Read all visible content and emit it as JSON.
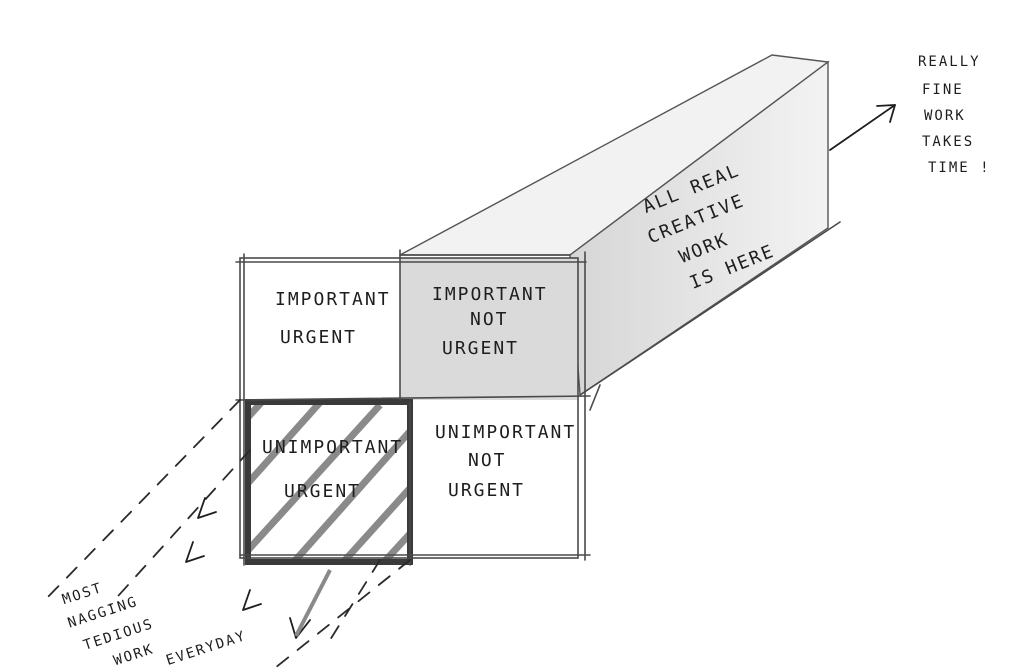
{
  "quadrants": {
    "important_urgent": [
      "IMPORTANT",
      "URGENT"
    ],
    "important_not_urgent": [
      "IMPORTANT",
      "NOT",
      "URGENT"
    ],
    "unimportant_urgent": [
      "UNIMPORTANT",
      "URGENT"
    ],
    "unimportant_not_urgent": [
      "UNIMPORTANT",
      "NOT",
      "URGENT"
    ]
  },
  "beam_label": [
    "ALL REAL",
    "CREATIVE",
    "WORK",
    "IS HERE"
  ],
  "note_right": [
    "REALLY",
    "FINE",
    "WORK",
    "TAKES",
    "TIME !"
  ],
  "note_left": [
    "MOST",
    "NAGGING",
    "TEDIOUS",
    "WORK",
    "EVERYDAY"
  ],
  "colors": {
    "ink": "#1e1e1e",
    "wash_light": "#ececec",
    "wash_mid": "#d9d9d9",
    "hatch": "#8a8a8a"
  }
}
